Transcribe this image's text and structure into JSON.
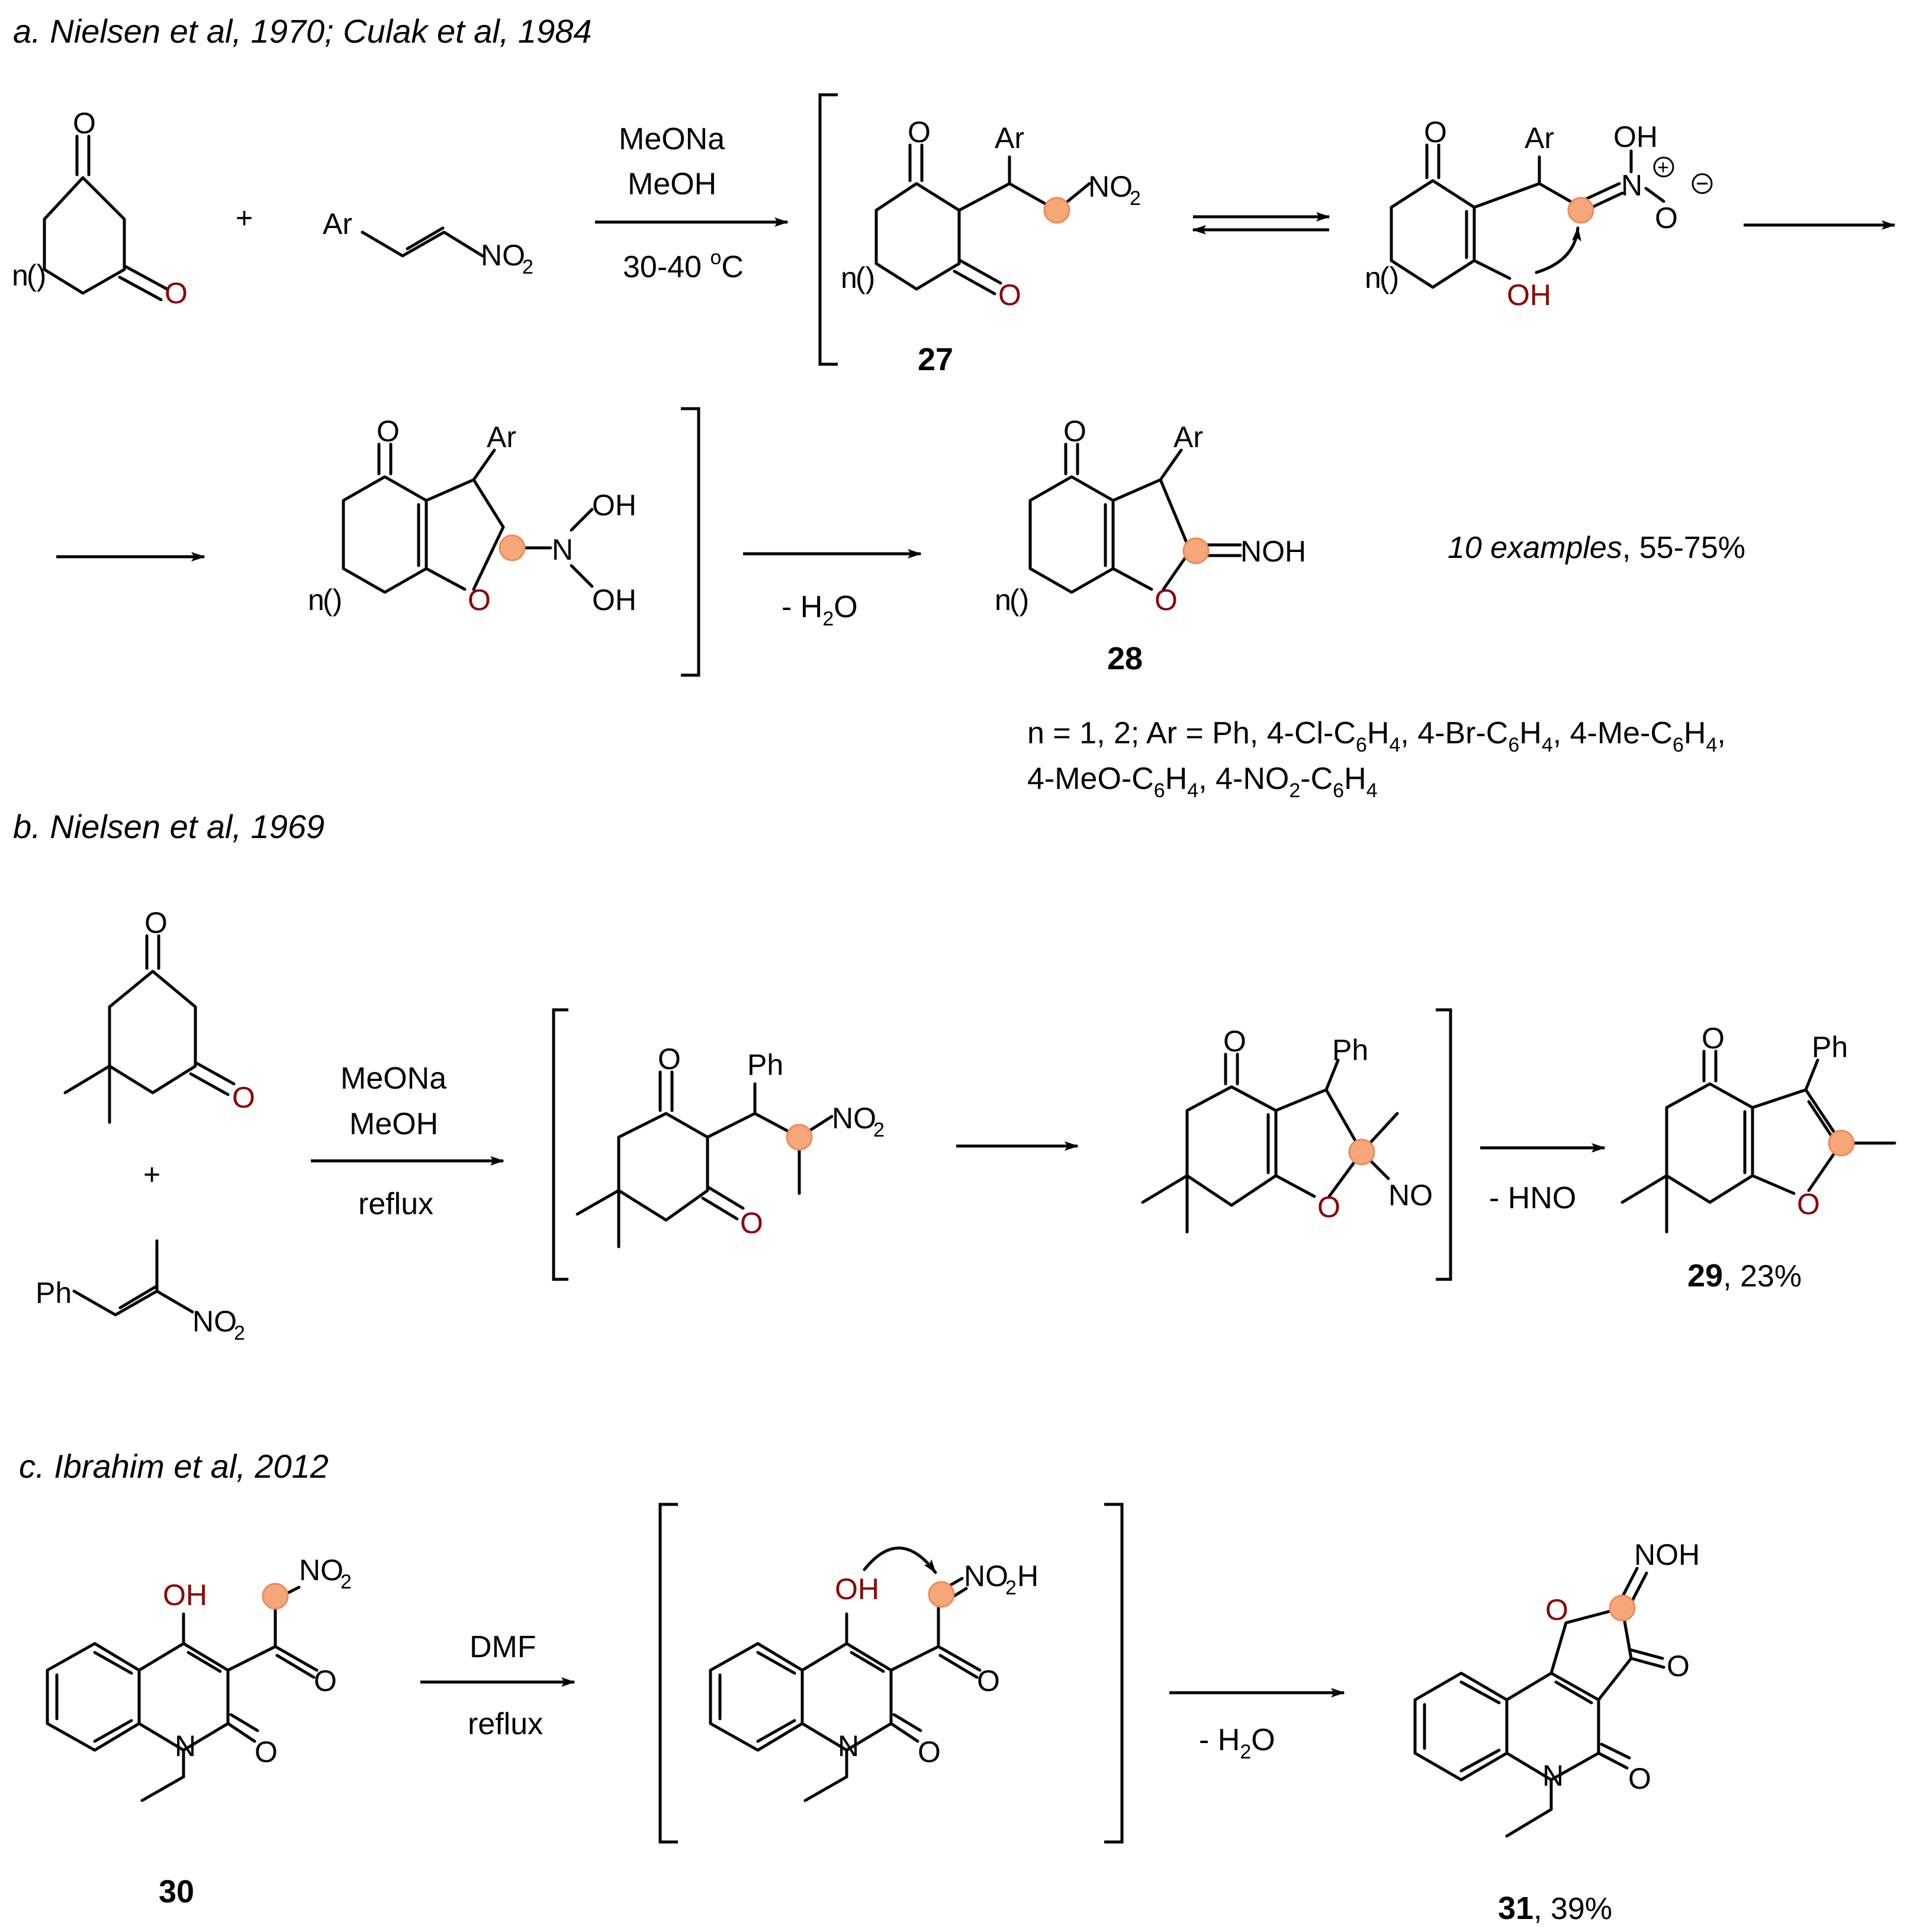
{
  "sections": [
    {
      "header": "a. Nielsen et al, 1970; Culak et al, 1984",
      "conditions": [
        "MeONa",
        "MeOH",
        "30-40 °C"
      ],
      "compounds": [
        "27",
        "28"
      ],
      "remove": "- H2O",
      "summary_italic": "10 examples",
      "summary_yield": ", 55-75%",
      "scope_line1": "n = 1, 2; Ar = Ph, 4-Cl-C6H4, 4-Br-C6H4,  4-Me-C6H4,",
      "scope_line2": "4-MeO-C6H4, 4-NO2-C6H4"
    },
    {
      "header": "b. Nielsen et al, 1969",
      "conditions": [
        "MeONa",
        "MeOH",
        "reflux"
      ],
      "remove": "- HNO",
      "product_label": "29",
      "product_yield": ", 23%"
    },
    {
      "header": "c. Ibrahim et al, 2012",
      "conditions": [
        "DMF",
        "reflux"
      ],
      "start_label": "30",
      "remove": "- H2O",
      "product_label": "31",
      "product_yield": ", 39%"
    }
  ],
  "atom_labels": {
    "O": "O",
    "OH": "OH",
    "NOH": "NOH",
    "N": "N",
    "NO": "NO",
    "Ar": "Ar",
    "Ph": "Ph",
    "n": "n",
    "plus": "+",
    "NO2": "NO",
    "NO2H": "NO",
    "sub2": "2",
    "sub6": "6",
    "sub4": "4",
    "H": "H"
  },
  "colors": {
    "highlight": "#f5a77a",
    "oxygen_red": "#8b0000",
    "ink": "#000000"
  }
}
